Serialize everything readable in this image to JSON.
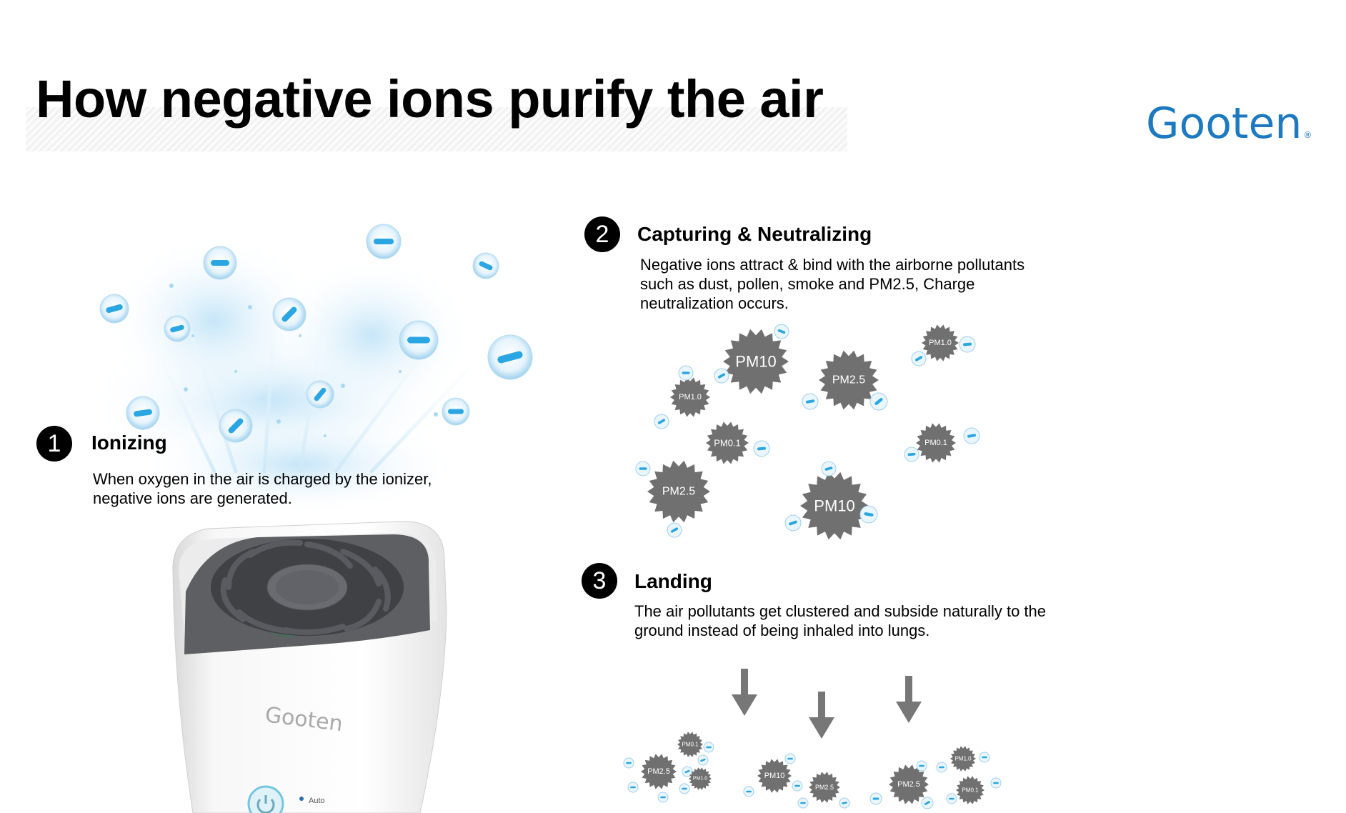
{
  "title": "How negative ions purify the air",
  "brand": {
    "name": "Gooten",
    "reg_mark": "®"
  },
  "steps": [
    {
      "number": "1",
      "title": "Ionizing",
      "description": "When oxygen in the air is charged by the ionizer, negative ions are generated."
    },
    {
      "number": "2",
      "title": "Capturing & Neutralizing",
      "description": "Negative ions attract & bind with the airborne pollutants such as dust, pollen, smoke and PM2.5, Charge neutralization occurs."
    },
    {
      "number": "3",
      "title": "Landing",
      "description": "The air pollutants get clustered and subside naturally to the ground instead of being inhaled into lungs."
    }
  ],
  "device": {
    "brand_text": "Gooten",
    "mode_label": "Auto"
  },
  "pollutants": [
    "PM10",
    "PM2.5",
    "PM1.0",
    "PM0.1",
    "PM1.0",
    "PM2.5",
    "PM0.1",
    "PM10"
  ],
  "settled_pollutants": [
    "PM0.1",
    "PM2.5",
    "PM1.0",
    "PM10",
    "PM2.5",
    "PM2.5",
    "PM1.0",
    "PM0.1"
  ],
  "colors": {
    "brand_blue": "#1e7ac0",
    "ion_blue": "#2aa6e3",
    "pollutant_gray": "#707070",
    "arrow_gray": "#777777",
    "led_green": "#27d35a"
  },
  "icons": {
    "ion": "negative-ion-icon",
    "arrow": "down-arrow-icon",
    "power": "power-icon"
  }
}
